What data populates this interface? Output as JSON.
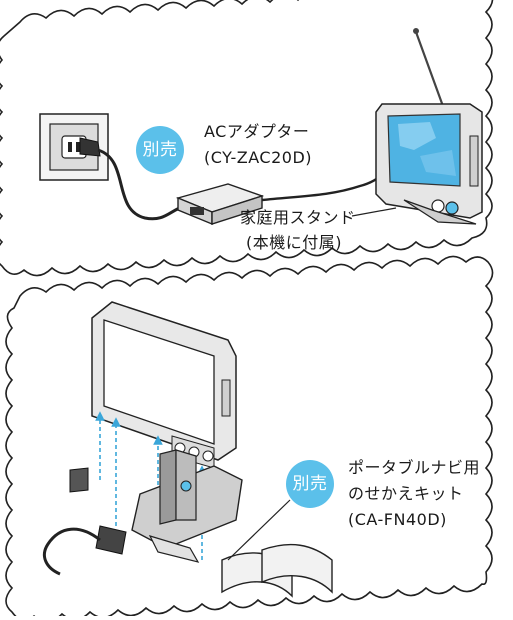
{
  "panels": [
    {
      "badge": "別売",
      "labels": {
        "adapter_name": "ACアダプター",
        "adapter_model": "(CY-ZAC20D)",
        "stand_name": "家庭用スタンド",
        "stand_note": "(本機に付属)"
      }
    },
    {
      "badge": "別売",
      "labels": {
        "kit_line1": "ポータブルナビ用",
        "kit_line2": "のせかえキット",
        "kit_model": "(CA-FN40D)"
      }
    }
  ],
  "colors": {
    "badge_fill": "#5bc0ea",
    "outline": "#222222",
    "screen": "#4fb3e3",
    "arrow": "#3aa6d9",
    "device_body": "#e6e6e6"
  }
}
